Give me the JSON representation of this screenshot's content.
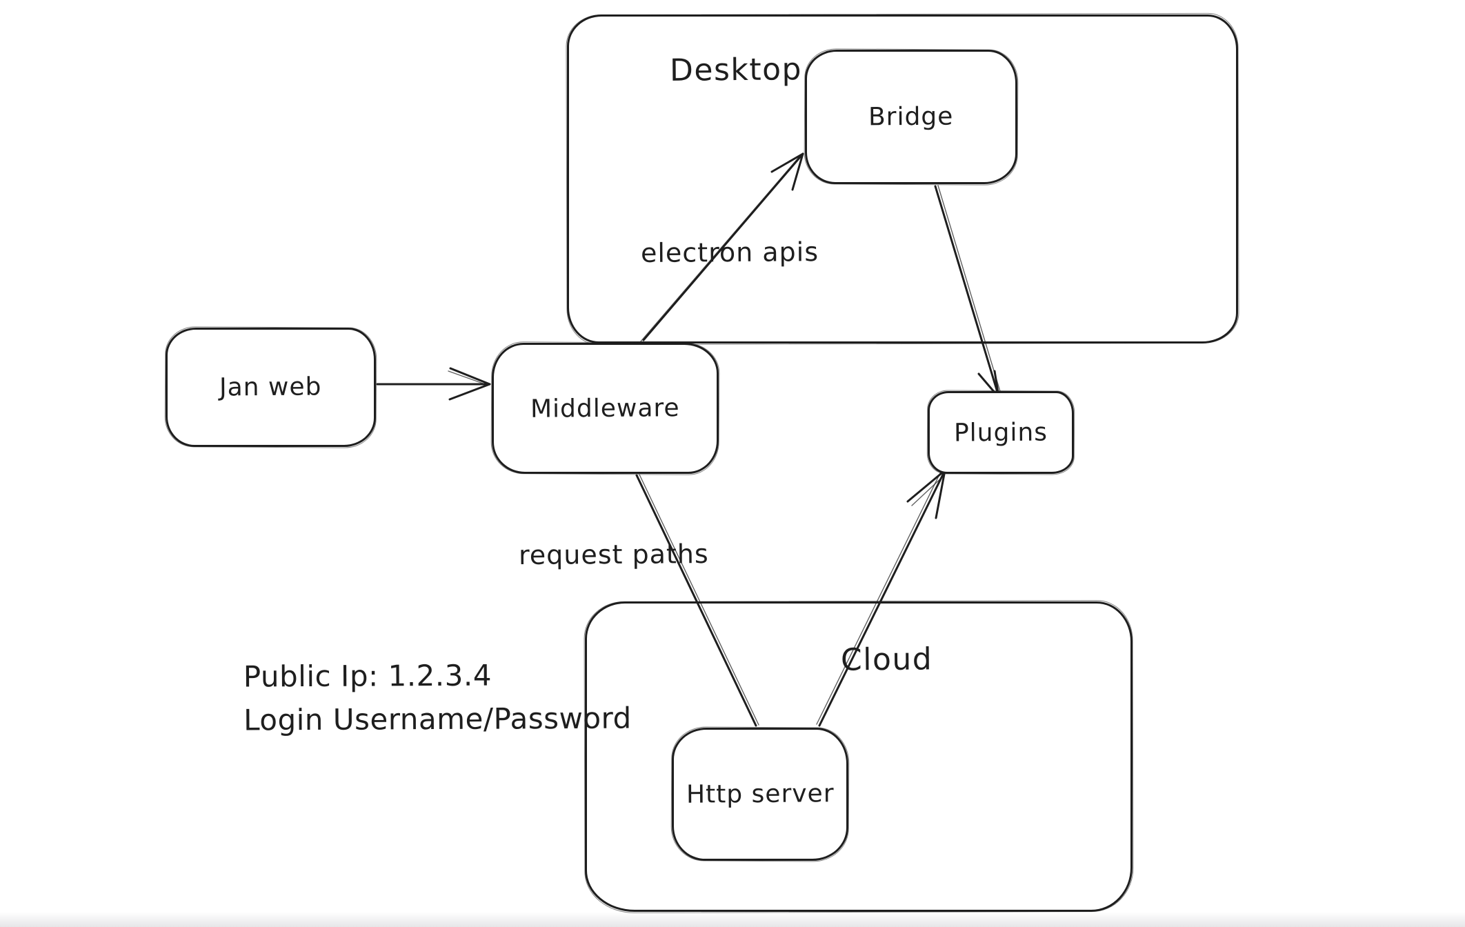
{
  "diagram": {
    "containers": [
      {
        "id": "desktop",
        "label": "Desktop"
      },
      {
        "id": "cloud",
        "label": "Cloud"
      }
    ],
    "nodes": [
      {
        "id": "jan-web",
        "label": "Jan web"
      },
      {
        "id": "middleware",
        "label": "Middleware"
      },
      {
        "id": "bridge",
        "label": "Bridge"
      },
      {
        "id": "plugins",
        "label": "Plugins"
      },
      {
        "id": "http-server",
        "label": "Http server"
      }
    ],
    "edge_labels": [
      {
        "id": "electron-apis",
        "label": "electron apis"
      },
      {
        "id": "request-paths",
        "label": "request paths"
      }
    ],
    "edges": [
      {
        "from": "jan-web",
        "to": "middleware",
        "label": ""
      },
      {
        "from": "middleware",
        "to": "bridge",
        "label": "electron apis"
      },
      {
        "from": "bridge",
        "to": "plugins",
        "label": ""
      },
      {
        "from": "middleware",
        "to": "http-server",
        "label": "request paths"
      },
      {
        "from": "http-server",
        "to": "plugins",
        "label": ""
      }
    ],
    "annotation": {
      "line1": "Public Ip: 1.2.3.4",
      "line2": "Login Username/Password"
    },
    "colors": {
      "stroke": "#1e1e1e",
      "background": "#ffffff"
    }
  }
}
